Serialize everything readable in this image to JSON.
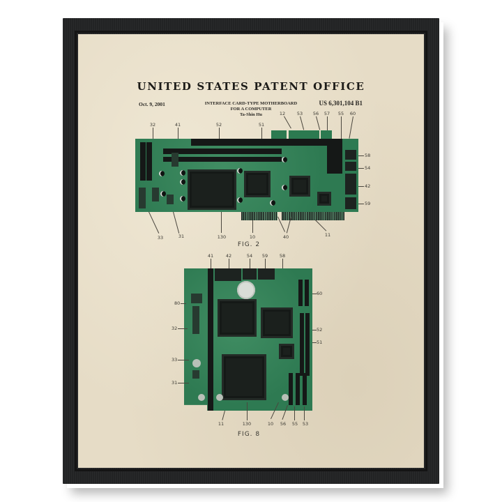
{
  "poster": {
    "title": "UNITED STATES PATENT OFFICE",
    "date": "Oct. 9, 2001",
    "patent_number": "US 6,301,104 B1",
    "invention_title_line1": "INTERFACE CARD-TYPE MOTHERBOARD",
    "invention_title_line2": "FOR A COMPUTER",
    "inventor": "Ta-Shin Hu"
  },
  "figure2": {
    "caption": "FIG. 2",
    "top_labels": [
      "32",
      "41",
      "52",
      "51",
      "12",
      "53",
      "56",
      "57",
      "55",
      "60"
    ],
    "right_labels": [
      "58",
      "54",
      "42",
      "59"
    ],
    "bottom_labels": [
      "33",
      "31",
      "130",
      "10",
      "40",
      "11"
    ]
  },
  "figure8": {
    "caption": "FIG. 8",
    "top_labels": [
      "41",
      "42",
      "54",
      "59",
      "58"
    ],
    "left_labels": [
      "80",
      "32",
      "33",
      "31"
    ],
    "right_labels": [
      "60",
      "52",
      "51"
    ],
    "bottom_labels": [
      "11",
      "130",
      "10",
      "56",
      "55",
      "53"
    ]
  },
  "colors": {
    "frame": "#222324",
    "paper": "#e6dcc6",
    "pcb_green": "#2e7a52",
    "ink": "#1c1b18"
  }
}
